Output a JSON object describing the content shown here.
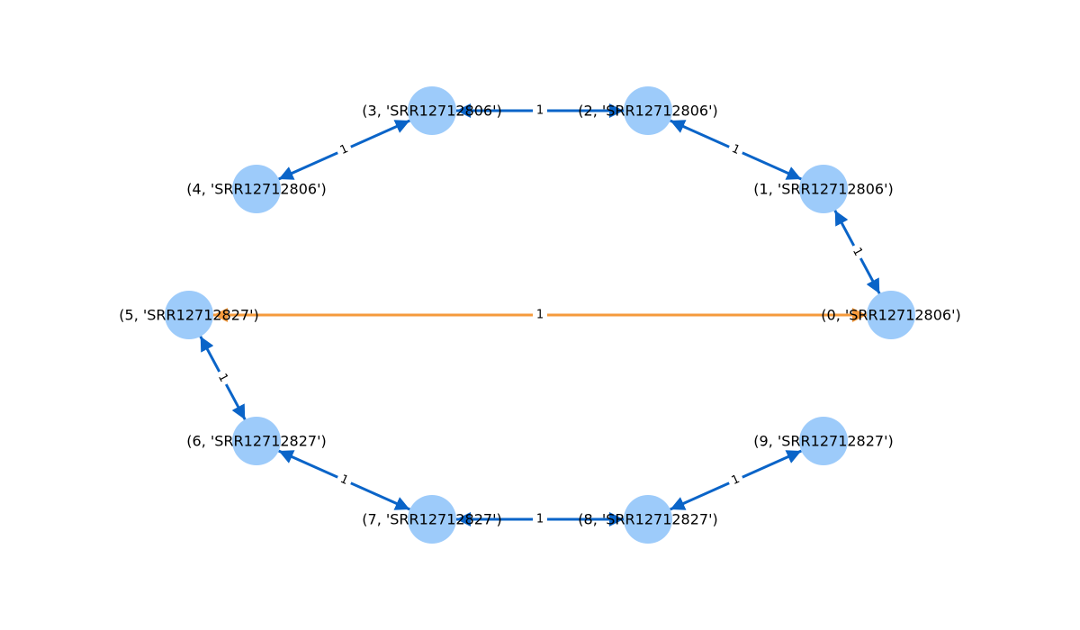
{
  "colors": {
    "node_fill": "#9dcbfa",
    "edge_blue": "#0a64c8",
    "edge_orange": "#f59a3c",
    "label_text": "#000000"
  },
  "nodes": [
    {
      "id": 0,
      "label": "(0, 'SRR12712806')"
    },
    {
      "id": 1,
      "label": "(1, 'SRR12712806')"
    },
    {
      "id": 2,
      "label": "(2, 'SRR12712806')"
    },
    {
      "id": 3,
      "label": "(3, 'SRR12712806')"
    },
    {
      "id": 4,
      "label": "(4, 'SRR12712806')"
    },
    {
      "id": 5,
      "label": "(5, 'SRR12712827')"
    },
    {
      "id": 6,
      "label": "(6, 'SRR12712827')"
    },
    {
      "id": 7,
      "label": "(7, 'SRR12712827')"
    },
    {
      "id": 8,
      "label": "(8, 'SRR12712827')"
    },
    {
      "id": 9,
      "label": "(9, 'SRR12712827')"
    }
  ],
  "edges": [
    {
      "source": 2,
      "target": 3,
      "label": "1",
      "color": "blue"
    },
    {
      "source": 3,
      "target": 4,
      "label": "1",
      "color": "blue"
    },
    {
      "source": 2,
      "target": 1,
      "label": "1",
      "color": "blue"
    },
    {
      "source": 1,
      "target": 0,
      "label": "1",
      "color": "blue"
    },
    {
      "source": 0,
      "target": 5,
      "label": "1",
      "color": "orange"
    },
    {
      "source": 5,
      "target": 6,
      "label": "1",
      "color": "blue"
    },
    {
      "source": 6,
      "target": 7,
      "label": "1",
      "color": "blue"
    },
    {
      "source": 7,
      "target": 8,
      "label": "1",
      "color": "blue"
    },
    {
      "source": 8,
      "target": 9,
      "label": "1",
      "color": "blue"
    }
  ]
}
